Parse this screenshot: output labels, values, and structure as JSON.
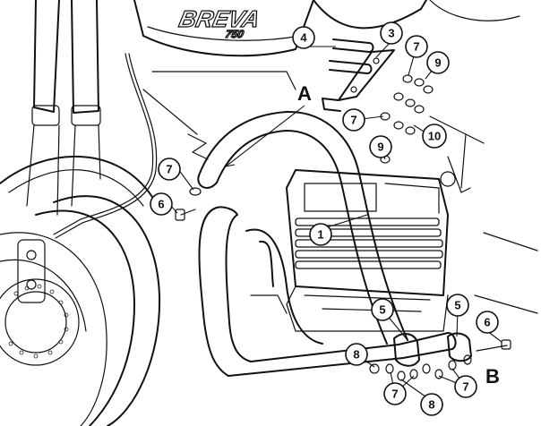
{
  "brand": {
    "name": "BREVA",
    "model": "750"
  },
  "point_labels": {
    "a": "A",
    "b": "B"
  },
  "callouts": [
    {
      "id": "c1",
      "label": "1"
    },
    {
      "id": "c3",
      "label": "3"
    },
    {
      "id": "c4",
      "label": "4"
    },
    {
      "id": "c5a",
      "label": "5"
    },
    {
      "id": "c5b",
      "label": "5"
    },
    {
      "id": "c6a",
      "label": "6"
    },
    {
      "id": "c6b",
      "label": "6"
    },
    {
      "id": "c7a",
      "label": "7"
    },
    {
      "id": "c7b",
      "label": "7"
    },
    {
      "id": "c7c",
      "label": "7"
    },
    {
      "id": "c7d",
      "label": "7"
    },
    {
      "id": "c7e",
      "label": "7"
    },
    {
      "id": "c8a",
      "label": "8"
    },
    {
      "id": "c8b",
      "label": "8"
    },
    {
      "id": "c9a",
      "label": "9"
    },
    {
      "id": "c9b",
      "label": "9"
    },
    {
      "id": "c10",
      "label": "10"
    }
  ]
}
